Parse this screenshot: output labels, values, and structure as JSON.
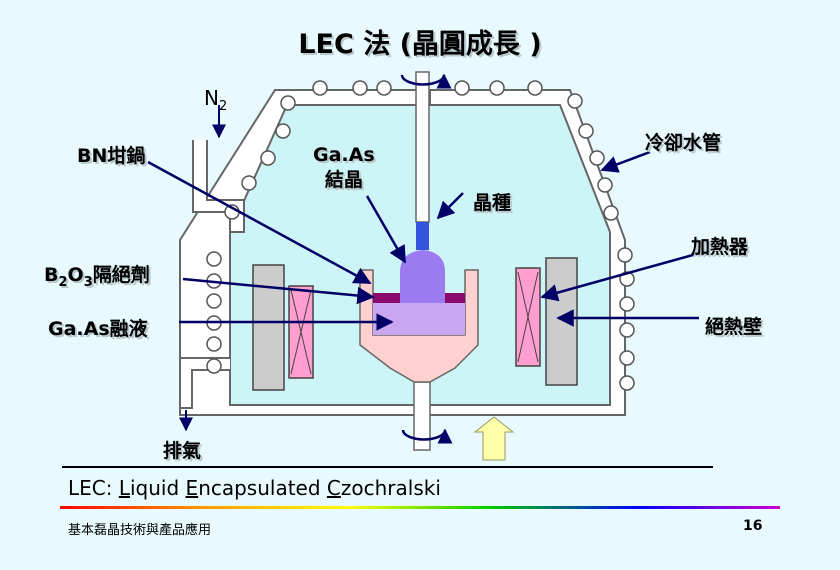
{
  "title": "LEC 法 (晶圓成長 )",
  "labels": {
    "n2_main": "N",
    "n2_sub": "2",
    "bn_crucible": "BN坩鍋",
    "gaas_crystal_line1": "Ga.As",
    "gaas_crystal_line2": "結晶",
    "seed_crystal": "晶種",
    "cooling_pipe": "冷卻水管",
    "heater": "加熱器",
    "b2o3_b": "B",
    "b2o3_sub1": "2",
    "b2o3_o": "O",
    "b2o3_sub2": "3",
    "b2o3_rest": "隔絕劑",
    "gaas_melt": "Ga.As融液",
    "insulation_wall": "絕熱壁",
    "exhaust": "排氣"
  },
  "bottom_title": {
    "prefix": "LEC: ",
    "w1_first": "L",
    "w1_rest": "iquid ",
    "w2_first": "E",
    "w2_rest": "ncapsulated ",
    "w3_first": "C",
    "w3_rest": "zochralski"
  },
  "footer": {
    "left_text": "基本磊晶技術與產品應用",
    "page_number": "16"
  },
  "colors": {
    "background": "#e8fafd",
    "chamber_fill": "#cdf4f6",
    "crucible_fill": "#ffd0d0",
    "crystal_fill": "#9b7cf0",
    "melt_fill": "#c9a6f0",
    "encapsulant": "#8b0a6e",
    "heater_fill": "#ff9ecf",
    "insulation_fill": "#cccccc",
    "seed_fill": "#3355dd",
    "arrow_color": "#000066",
    "gas_arrow_fill": "#ffffaa"
  },
  "icons": [
    "rotation-arrow-icon",
    "gas-inlet-arrow-icon",
    "exhaust-arrow-icon",
    "gas-flow-arrow-icon",
    "spectrum-line-icon"
  ]
}
